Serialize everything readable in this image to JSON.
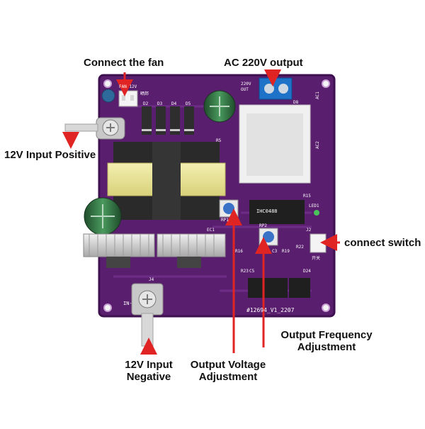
{
  "colors": {
    "background": "#ffffff",
    "pcb": "#5a1e6e",
    "pcb_edge": "#3e1050",
    "arrow": "#e02424",
    "transformer_core": "#2a2a2a",
    "transformer_bobbin": "#e7e39a",
    "heatsink": "#c9c9c9",
    "terminal_block": "#1e73c8",
    "capacitor": "#2d6b3c"
  },
  "labels": {
    "connect_fan": "Connect the fan",
    "ac_output": "AC 220V output",
    "input_positive": "12V Input Positive",
    "connect_switch": "connect switch",
    "input_negative_line1": "12V Input",
    "input_negative_line2": "Negative",
    "voltage_adj_line1": "Output Voltage",
    "voltage_adj_line2": "Adjustment",
    "frequency_adj_line1": "Output Frequency",
    "frequency_adj_line2": "Adjustment"
  },
  "board": {
    "silkscreen_id": "#12694_V1_2207",
    "brand_mark": "晒邦",
    "chip_label": "IHC0488",
    "fan_header": "FAN 12V",
    "out_label": "OUT",
    "out_voltage": "220V",
    "switch_label": "开关",
    "designators": {
      "d2": "D2",
      "d3": "D3",
      "d4": "D4",
      "d5": "D5",
      "r5": "R5",
      "r15": "R15",
      "r16": "R16",
      "r19": "R19",
      "r22": "R22",
      "r23": "R23",
      "rp1": "RP1",
      "rp2": "RP2",
      "c3": "C3",
      "c5": "C5",
      "ec1": "EC1",
      "j2": "J2",
      "j4": "J4",
      "d8": "D8",
      "d24": "D24",
      "led1": "LED1",
      "ac1": "AC1",
      "ac2": "AC2",
      "in_minus": "IN-"
    }
  }
}
